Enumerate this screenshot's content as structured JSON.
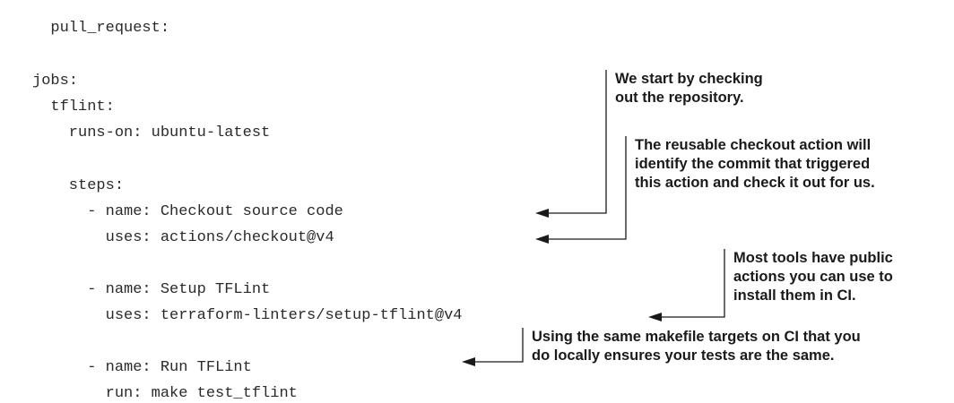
{
  "code": {
    "lines": [
      "  pull_request:",
      "jobs:",
      "  tflint:",
      "    runs-on: ubuntu-latest",
      "    steps:",
      "      - name: Checkout source code",
      "        uses: actions/checkout@v4",
      "      - name: Setup TFLint",
      "        uses: terraform-linters/setup-tflint@v4",
      "      - name: Run TFLint",
      "        run: make test_tflint"
    ]
  },
  "annotations": [
    {
      "lines": [
        "We start by checking",
        "out the repository."
      ]
    },
    {
      "lines": [
        "The reusable checkout action will",
        "identify the commit that triggered",
        "this action and check it out for us."
      ]
    },
    {
      "lines": [
        "Most tools have public",
        "actions you can use to",
        "install them in CI."
      ]
    },
    {
      "lines": [
        "Using the same makefile targets on CI that you",
        "do locally ensures your tests are the same."
      ]
    }
  ],
  "colors": {
    "code_text": "#2a2a2a",
    "annotation_text": "#1a1a1a",
    "connector": "#1a1a1a",
    "background": "#ffffff"
  }
}
